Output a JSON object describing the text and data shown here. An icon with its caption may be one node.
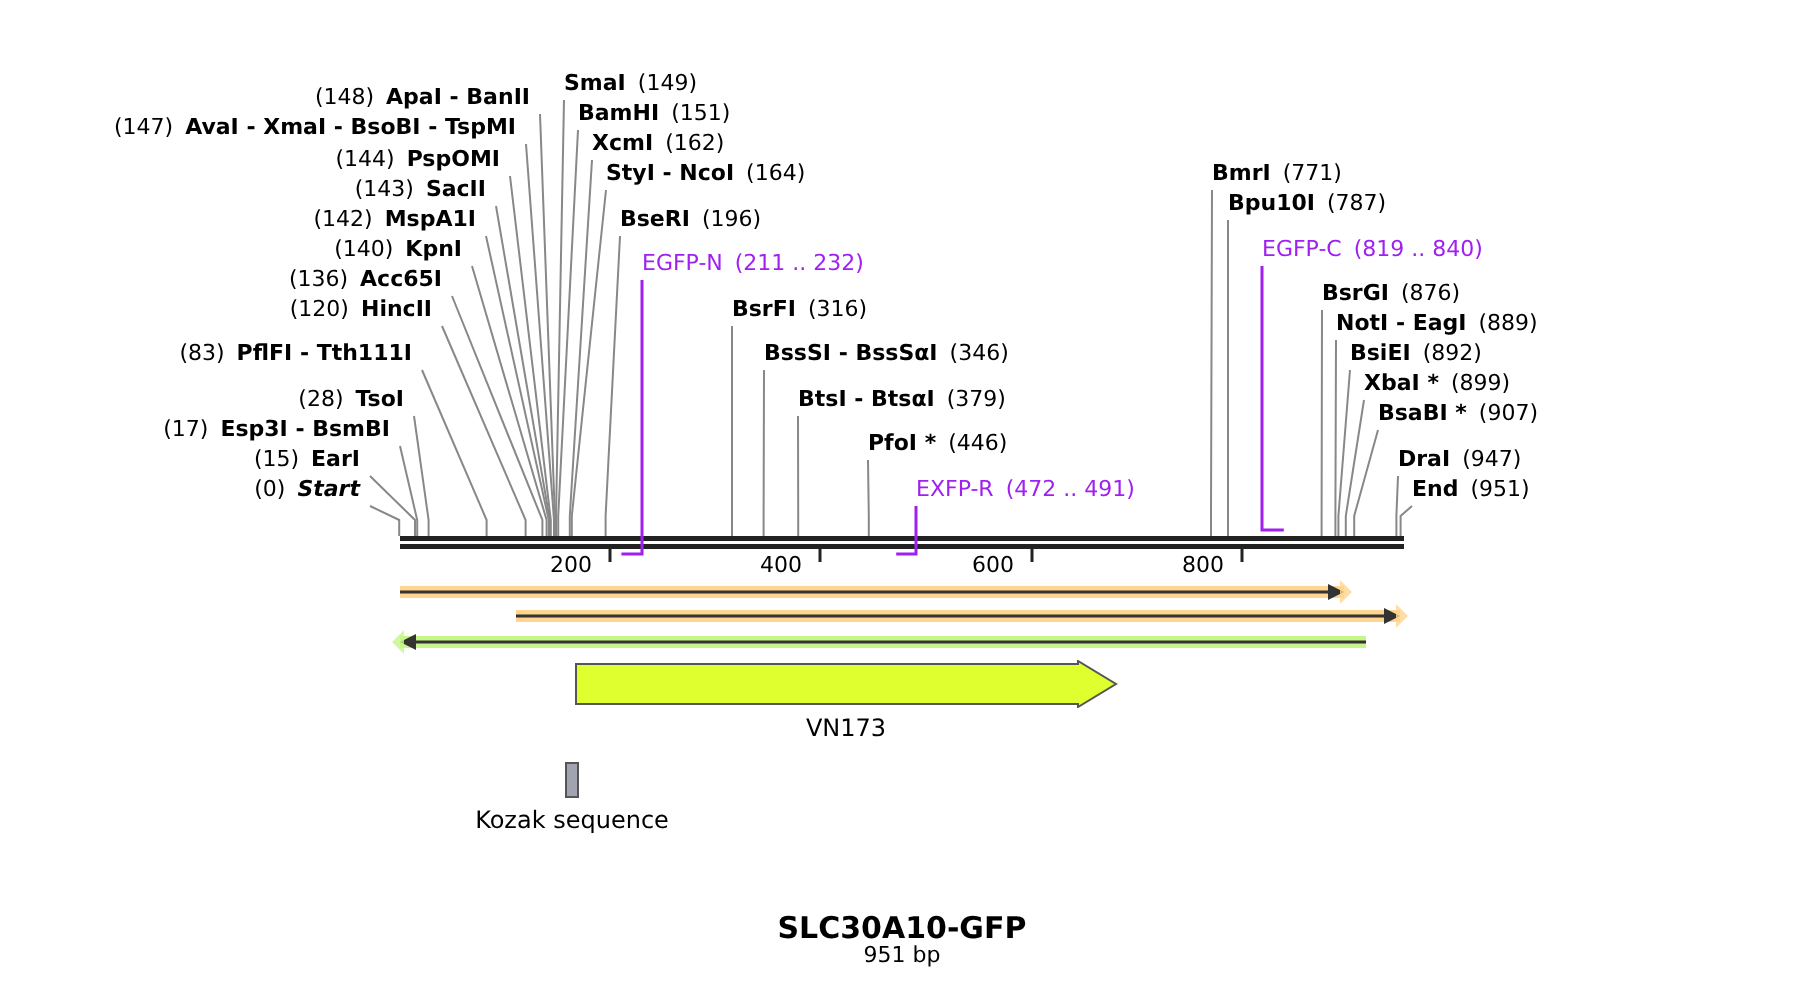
{
  "diagram": {
    "title": "SLC30A10-GFP",
    "caption": "951 bp",
    "nodes": [
      {
        "text": [
          "ApaI - BanII"
        ],
        "beside": [
          "(148)"
        ]
      },
      {
        "text": [
          "AvaI - XmaI - BsoBI - TspMI"
        ],
        "beside": [
          "(147)"
        ]
      },
      {
        "text": [
          "PspOMI"
        ],
        "beside": [
          "(144)"
        ]
      },
      {
        "text": [
          "SacII"
        ],
        "beside": [
          "(143)"
        ]
      },
      {
        "text": [
          "MspA1I"
        ],
        "beside": [
          "(142)"
        ]
      },
      {
        "text": [
          "KpnI"
        ],
        "beside": [
          "(140)"
        ]
      },
      {
        "text": [
          "Acc65I"
        ],
        "beside": [
          "(136)"
        ]
      },
      {
        "text": [
          "HincII"
        ],
        "beside": [
          "(120)"
        ]
      },
      {
        "text": [
          "PflFI - Tth111I"
        ],
        "beside": [
          "(83)"
        ]
      },
      {
        "text": [
          "TsoI"
        ],
        "beside": [
          "(28)"
        ]
      },
      {
        "text": [
          "Esp3I - BsmBI"
        ],
        "beside": [
          "(17)"
        ]
      },
      {
        "text": [
          "EarI"
        ],
        "beside": [
          "(15)"
        ]
      },
      {
        "text": [
          "Start"
        ],
        "beside": [
          "(0)"
        ]
      },
      {
        "text": [
          "SmaI"
        ],
        "beside": [
          "(149)"
        ]
      },
      {
        "text": [
          "BamHI"
        ],
        "beside": [
          "(151)"
        ]
      },
      {
        "text": [
          "XcmI"
        ],
        "beside": [
          "(162)"
        ]
      },
      {
        "text": [
          "StyI - NcoI"
        ],
        "beside": [
          "(164)"
        ]
      },
      {
        "text": [
          "BseRI"
        ],
        "beside": [
          "(196)"
        ]
      },
      {
        "text": [
          "EGFP-N"
        ],
        "beside": [
          "(211 .. 232)"
        ]
      },
      {
        "text": [
          "BsrFI"
        ],
        "beside": [
          "(316)"
        ]
      },
      {
        "text": [
          "BssSI - BssSαI"
        ],
        "beside": [
          "(346)"
        ]
      },
      {
        "text": [
          "BtsI - BtsαI"
        ],
        "beside": [
          "(379)"
        ]
      },
      {
        "text": [
          "PfoI *"
        ],
        "beside": [
          "(446)"
        ]
      },
      {
        "text": [
          "EXFP-R"
        ],
        "beside": [
          "(472 .. 491)"
        ]
      },
      {
        "text": [
          "BmrI"
        ],
        "beside": [
          "(771)"
        ]
      },
      {
        "text": [
          "Bpu10I"
        ],
        "beside": [
          "(787)"
        ]
      },
      {
        "text": [
          "EGFP-C"
        ],
        "beside": [
          "(819 .. 840)"
        ]
      },
      {
        "text": [
          "BsrGI"
        ],
        "beside": [
          "(876)"
        ]
      },
      {
        "text": [
          "NotI - EagI"
        ],
        "beside": [
          "(889)"
        ]
      },
      {
        "text": [
          "BsiEI"
        ],
        "beside": [
          "(892)"
        ]
      },
      {
        "text": [
          "XbaI *"
        ],
        "beside": [
          "(899)"
        ]
      },
      {
        "text": [
          "BsaBI *"
        ],
        "beside": [
          "(907)"
        ]
      },
      {
        "text": [
          "DraI"
        ],
        "beside": [
          "(947)"
        ]
      },
      {
        "text": [
          "End"
        ],
        "beside": [
          "(951)"
        ]
      },
      {
        "text": [],
        "shape": "bar"
      },
      {
        "text": [],
        "shape": "arrow"
      },
      {
        "text": [],
        "shape": "arrow"
      },
      {
        "text": [],
        "shape": "arrow"
      },
      {
        "text": [
          "VN173"
        ]
      },
      {
        "text": [
          "Kozak sequence"
        ]
      }
    ],
    "edges": [
      {
        "from": 0,
        "to": 34,
        "arrow": "none"
      },
      {
        "from": 1,
        "to": 34,
        "arrow": "none"
      },
      {
        "from": 2,
        "to": 34,
        "arrow": "none"
      },
      {
        "from": 3,
        "to": 34,
        "arrow": "none"
      },
      {
        "from": 4,
        "to": 34,
        "arrow": "none"
      },
      {
        "from": 5,
        "to": 34,
        "arrow": "none"
      },
      {
        "from": 6,
        "to": 34,
        "arrow": "none"
      },
      {
        "from": 7,
        "to": 34,
        "arrow": "none"
      },
      {
        "from": 8,
        "to": 34,
        "arrow": "none"
      },
      {
        "from": 9,
        "to": 34,
        "arrow": "none"
      },
      {
        "from": 10,
        "to": 34,
        "arrow": "none"
      },
      {
        "from": 11,
        "to": 34,
        "arrow": "none"
      },
      {
        "from": 12,
        "to": 34,
        "arrow": "none"
      },
      {
        "from": 13,
        "to": 34,
        "arrow": "none"
      },
      {
        "from": 14,
        "to": 34,
        "arrow": "none"
      },
      {
        "from": 15,
        "to": 34,
        "arrow": "none"
      },
      {
        "from": 16,
        "to": 34,
        "arrow": "none"
      },
      {
        "from": 17,
        "to": 34,
        "arrow": "none"
      },
      {
        "from": 18,
        "to": 34,
        "arrow": "none",
        "color": "#a020f0"
      },
      {
        "from": 19,
        "to": 34,
        "arrow": "none"
      },
      {
        "from": 20,
        "to": 34,
        "arrow": "none"
      },
      {
        "from": 21,
        "to": 34,
        "arrow": "none"
      },
      {
        "from": 22,
        "to": 34,
        "arrow": "none"
      },
      {
        "from": 23,
        "to": 34,
        "arrow": "none",
        "color": "#a020f0"
      },
      {
        "from": 24,
        "to": 34,
        "arrow": "none"
      },
      {
        "from": 25,
        "to": 34,
        "arrow": "none"
      },
      {
        "from": 26,
        "to": 34,
        "arrow": "none",
        "color": "#a020f0"
      },
      {
        "from": 27,
        "to": 34,
        "arrow": "none"
      },
      {
        "from": 28,
        "to": 34,
        "arrow": "none"
      },
      {
        "from": 29,
        "to": 34,
        "arrow": "none"
      },
      {
        "from": 30,
        "to": 34,
        "arrow": "none"
      },
      {
        "from": 31,
        "to": 34,
        "arrow": "none"
      },
      {
        "from": 32,
        "to": 34,
        "arrow": "none"
      },
      {
        "from": 33,
        "to": 34,
        "arrow": "none"
      }
    ],
    "labels": [
      "200",
      "400",
      "600",
      "800"
    ]
  }
}
